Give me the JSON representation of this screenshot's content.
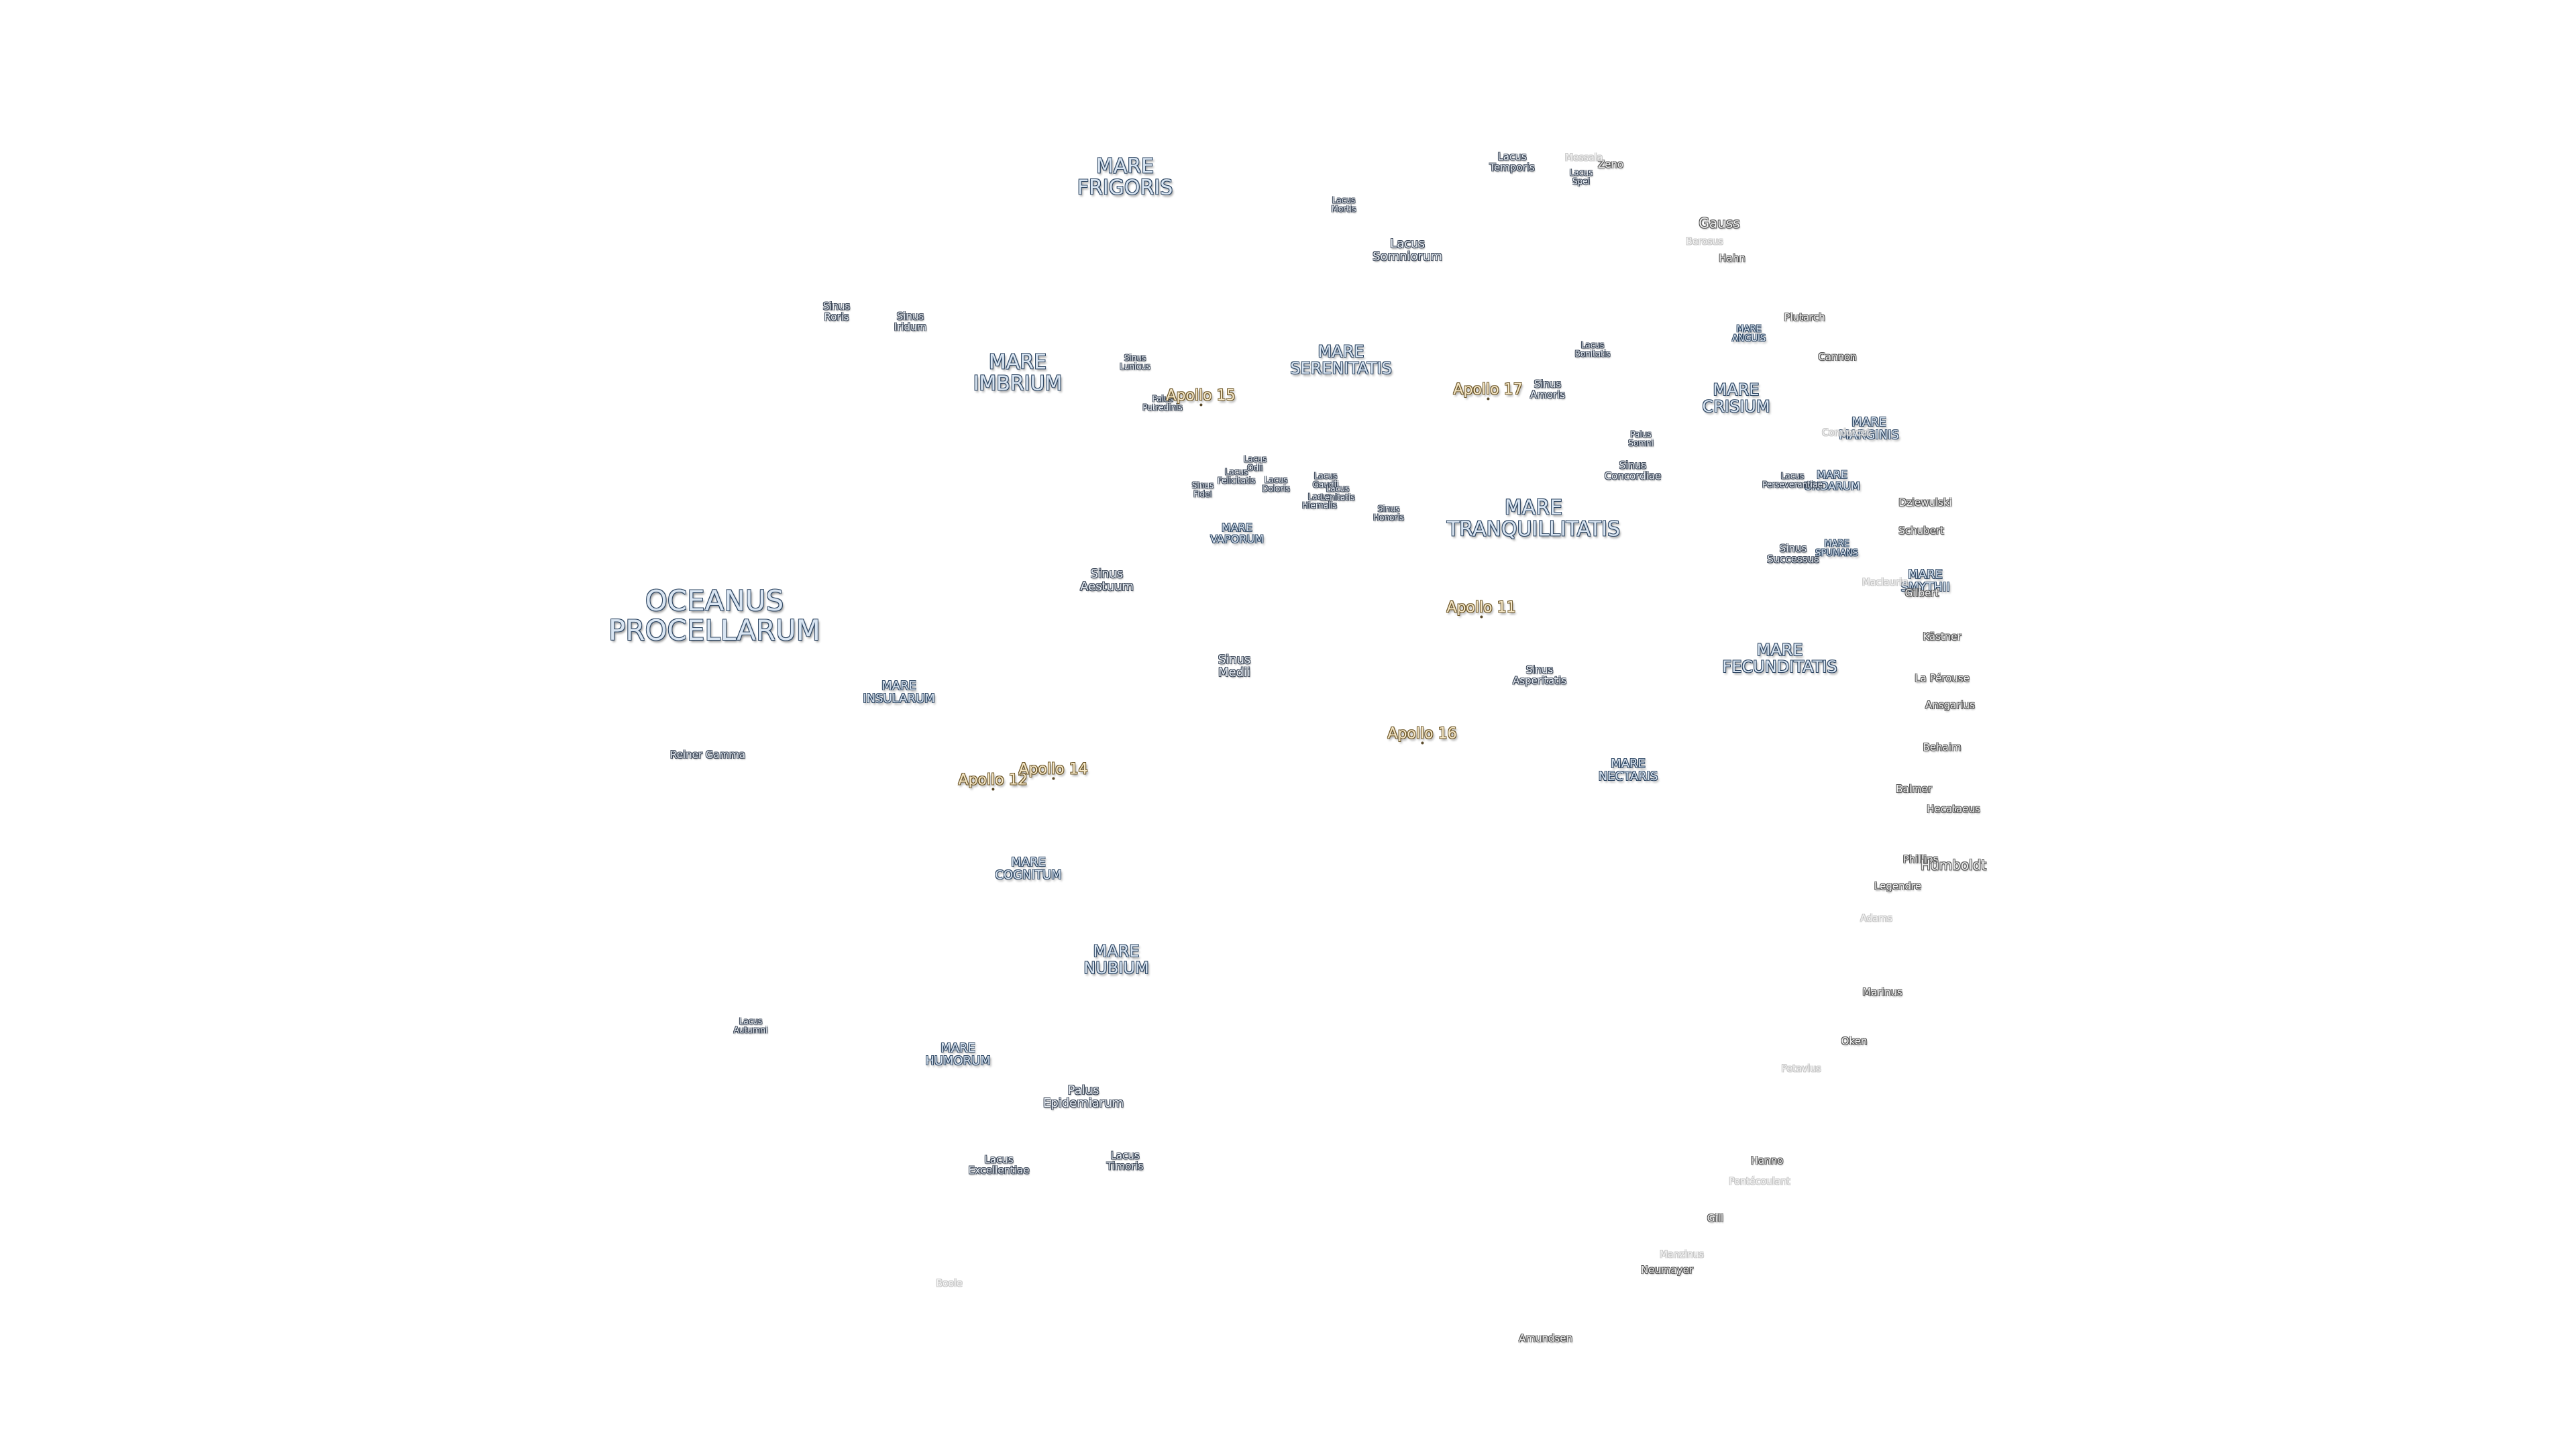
{
  "labels": {
    "oceanus_procellarum": "OCEANUS\nPROCELLARUM",
    "mare_frigoris": "MARE\nFRIGORIS",
    "mare_imbrium": "MARE\nIMBRIUM",
    "mare_serenitatis": "MARE\nSERENITATIS",
    "mare_tranquillitatis": "MARE\nTRANQUILLITATIS",
    "mare_crisium": "MARE\nCRISIUM",
    "mare_fecunditatis": "MARE\nFECUNDITATIS",
    "mare_nectaris": "MARE\nNECTARIS",
    "mare_insularum": "MARE\nINSULARUM",
    "mare_cognitum": "MARE\nCOGNITUM",
    "mare_nubium": "MARE\nNUBIUM",
    "mare_humorum": "MARE\nHUMORUM",
    "mare_vaporum": "MARE\nVAPORUM",
    "mare_marginis": "MARE\nMARGINIS",
    "mare_undarum": "MARE\nUNDARUM",
    "mare_spumans": "MARE\nSPUMANS",
    "mare_smythii": "MARE\nSMYTHII",
    "mare_anguis": "MARE\nANGUIS",
    "lacus_somniorum": "Lacus\nSomniorum",
    "lacus_temporis": "Lacus\nTemporis",
    "lacus_mortis": "Lacus\nMortis",
    "lacus_spei": "Lacus\nSpei",
    "lacus_bonitatis": "Lacus\nBonitatis",
    "lacus_perseverantiae": "Lacus\nPerseverantiae",
    "lacus_autumni": "Lacus\nAutumni",
    "lacus_excellentiae": "Lacus\nExcellentiae",
    "lacus_timoris": "Lacus\nTimoris",
    "lacus_odii": "Lacus\nOdii",
    "lacus_felicitatis": "Lacus\nFelicitatis",
    "lacus_doloris": "Lacus\nDoloris",
    "lacus_gaudii": "Lacus\nGaudii",
    "lacus_hiemalis": "Lacus\nHiemalis",
    "lacus_lenitatis": "Lacus\nLenitatis",
    "sinus_roris": "Sinus\nRoris",
    "sinus_iridum": "Sinus\nIridum",
    "sinus_lunicus": "Sinus\nLunicus",
    "sinus_aestuum": "Sinus\nAestuum",
    "sinus_medii": "Sinus\nMedii",
    "sinus_fidei": "Sinus\nFidei",
    "sinus_honoris": "Sinus\nHonoris",
    "sinus_amoris": "Sinus\nAmoris",
    "sinus_concordiae": "Sinus\nConcordiae",
    "sinus_asperitatis": "Sinus\nAsperitatis",
    "sinus_successus": "Sinus\nSuccessus",
    "palus_putredinis": "Palus\nPutredinis",
    "palus_somni": "Palus\nSomni",
    "palus_epidemiarum": "Palus\nEpidemiarum",
    "reiner_gamma": "Reiner Gamma",
    "apollo_11": "Apollo 11",
    "apollo_12": "Apollo 12",
    "apollo_14": "Apollo 14",
    "apollo_15": "Apollo 15",
    "apollo_16": "Apollo 16",
    "apollo_17": "Apollo 17",
    "gauss": "Gauss",
    "hahn": "Hahn",
    "berosus": "Berosus",
    "zeno": "Zeno",
    "messala": "Messala",
    "plutarch": "Plutarch",
    "cannon": "Cannon",
    "condorcet": "Condorcet",
    "dziewulski": "Dziewulski",
    "schubert": "Schubert",
    "gilbert": "Gilbert",
    "maclaurin": "Maclaurin",
    "kastner": "Kästner",
    "la_perouse": "La Pérouse",
    "ansgarius": "Ansgarius",
    "behaim": "Behaim",
    "balmer": "Balmer",
    "hecataeus": "Hecataeus",
    "phillips": "Phillips",
    "humboldt": "Humboldt",
    "legendre": "Legendre",
    "adams": "Adams",
    "marinus": "Marinus",
    "oken": "Oken",
    "pontecoulant": "Pontécoulant",
    "petavius_label": "Petavius",
    "hanno": "Hanno",
    "gill": "Gill",
    "neumayer": "Neumayer",
    "manzinus": "Manzinus",
    "amundsen": "Amundsen",
    "bouvard": "Boole"
  }
}
